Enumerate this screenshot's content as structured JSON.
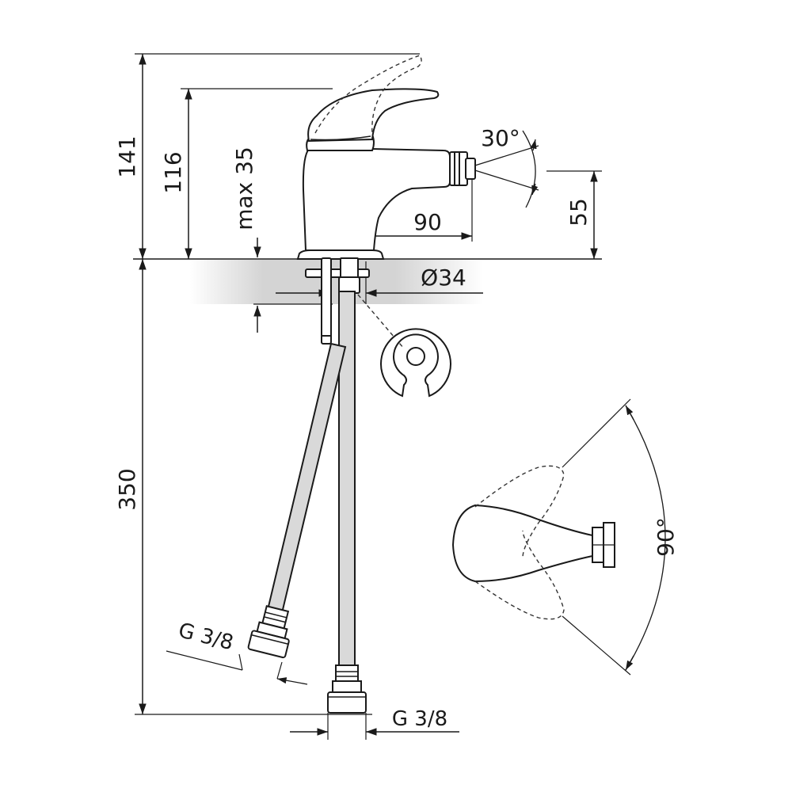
{
  "colors": {
    "line": "#1a1a1a",
    "dashed": "#333333",
    "hose_fill": "#d9d9d9",
    "counter_shade": "#d6d6d6"
  },
  "dimensions": {
    "total_height": "141",
    "spout_height": "116",
    "max_thickness": "max 35",
    "outlet_height": "55",
    "reach": "90",
    "spray_angle": "30°",
    "hole_diameter": "Ø34",
    "hose_length": "350",
    "connection_left": "G 3/8",
    "connection_right": "G 3/8",
    "lever_rotation": "90°"
  }
}
